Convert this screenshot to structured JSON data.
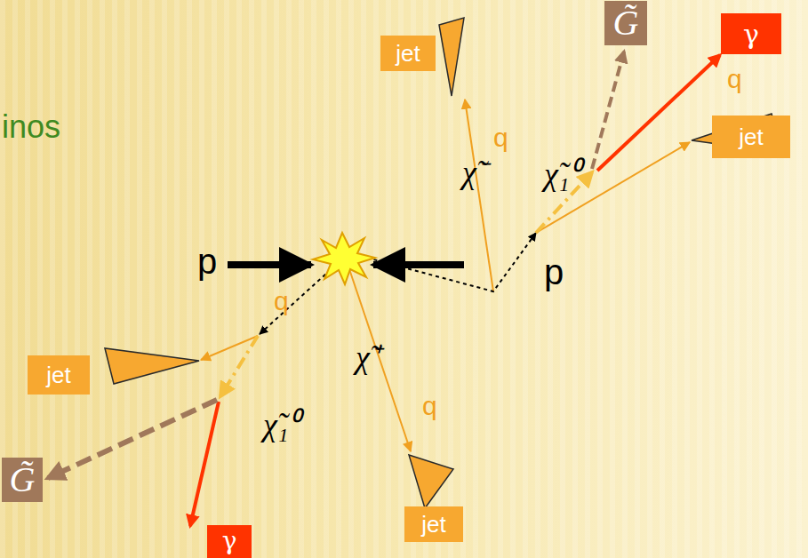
{
  "diagram": {
    "nodes": [
      {
        "text": [
          "G̃"
        ]
      },
      {
        "text": [
          "jet"
        ]
      },
      {
        "text": [
          "γ"
        ]
      },
      {
        "text": [
          "jet"
        ]
      },
      {
        "text": [
          "jet"
        ]
      },
      {
        "text": [
          "G̃"
        ]
      },
      {
        "text": [
          "jet"
        ]
      },
      {
        "text": [
          "γ"
        ]
      }
    ],
    "labels": [
      "inos",
      "χ̃⁻",
      "q",
      "χ̃₁⁰",
      "q",
      "p",
      "p",
      "q",
      "χ̃⁺",
      "q",
      "χ̃₁⁰"
    ]
  }
}
